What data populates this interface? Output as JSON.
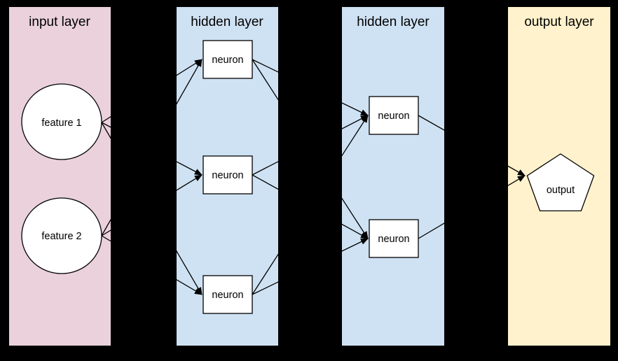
{
  "diagram": {
    "kind": "neural-network-diagram",
    "background_color": "#000000",
    "node_fill_color": "#ffffff",
    "line_color": "#000000",
    "layers": [
      {
        "id": "input",
        "title": "input layer",
        "color": "#ead1dc",
        "nodes": [
          {
            "id": "f1",
            "label": "feature 1",
            "shape": "circle"
          },
          {
            "id": "f2",
            "label": "feature 2",
            "shape": "circle"
          }
        ]
      },
      {
        "id": "hidden1",
        "title": "hidden layer",
        "color": "#cfe2f3",
        "nodes": [
          {
            "id": "h1n1",
            "label": "neuron",
            "shape": "rectangle"
          },
          {
            "id": "h1n2",
            "label": "neuron",
            "shape": "rectangle"
          },
          {
            "id": "h1n3",
            "label": "neuron",
            "shape": "rectangle"
          }
        ]
      },
      {
        "id": "hidden2",
        "title": "hidden layer",
        "color": "#cfe2f3",
        "nodes": [
          {
            "id": "h2n1",
            "label": "neuron",
            "shape": "rectangle"
          },
          {
            "id": "h2n2",
            "label": "neuron",
            "shape": "rectangle"
          }
        ]
      },
      {
        "id": "output",
        "title": "output layer",
        "color": "#fff2cc",
        "nodes": [
          {
            "id": "out",
            "label": "output",
            "shape": "pentagon"
          }
        ]
      }
    ],
    "edges": [
      {
        "from": "f1",
        "to": "h1n1"
      },
      {
        "from": "f1",
        "to": "h1n2"
      },
      {
        "from": "f1",
        "to": "h1n3"
      },
      {
        "from": "f2",
        "to": "h1n1"
      },
      {
        "from": "f2",
        "to": "h1n2"
      },
      {
        "from": "f2",
        "to": "h1n3"
      },
      {
        "from": "h1n1",
        "to": "h2n1"
      },
      {
        "from": "h1n1",
        "to": "h2n2"
      },
      {
        "from": "h1n2",
        "to": "h2n1"
      },
      {
        "from": "h1n2",
        "to": "h2n2"
      },
      {
        "from": "h1n3",
        "to": "h2n1"
      },
      {
        "from": "h1n3",
        "to": "h2n2"
      },
      {
        "from": "h2n1",
        "to": "out"
      },
      {
        "from": "h2n2",
        "to": "out"
      }
    ]
  }
}
